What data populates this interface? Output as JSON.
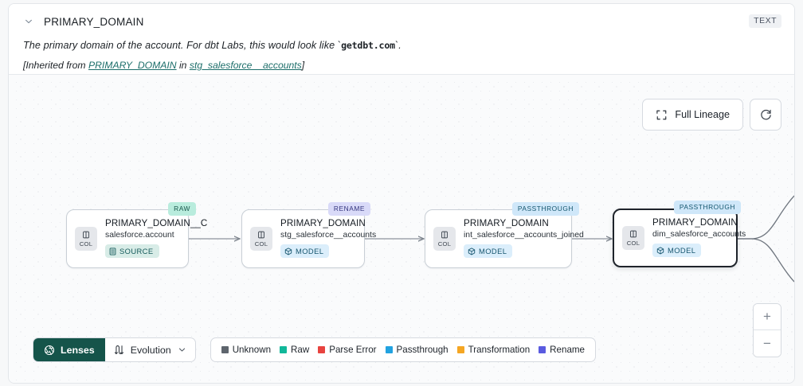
{
  "header": {
    "chevron_icon": "chevron-down-icon",
    "title": "PRIMARY_DOMAIN",
    "type_badge": "TEXT",
    "description_prefix": "The primary domain of the account. For dbt Labs, this would look like `",
    "description_code": "getdbt.com",
    "description_suffix": "`.",
    "inherited_prefix": "[Inherited from ",
    "inherited_link": "PRIMARY_DOMAIN",
    "inherited_middle": " in ",
    "inherited_source": "stg_salesforce__accounts",
    "inherited_suffix": "]"
  },
  "controls": {
    "full_lineage_label": "Full Lineage",
    "full_lineage_icon": "expand-icon",
    "refresh_icon": "refresh-icon",
    "zoom_in_label": "+",
    "zoom_out_label": "−"
  },
  "toolbar": {
    "lenses_label": "Lenses",
    "lenses_icon": "aperture-icon",
    "evolution_label": "Evolution",
    "evolution_icon": "evolution-arrows-icon",
    "evolution_chevron_icon": "chevron-down-icon"
  },
  "legend": {
    "items": [
      {
        "label": "Unknown",
        "color": "#5e656d"
      },
      {
        "label": "Raw",
        "color": "#11b89a"
      },
      {
        "label": "Parse Error",
        "color": "#e8433f"
      },
      {
        "label": "Passthrough",
        "color": "#22a2e0"
      },
      {
        "label": "Transformation",
        "color": "#f5a623"
      },
      {
        "label": "Rename",
        "color": "#5a5be0"
      }
    ]
  },
  "lineage": {
    "nodes": [
      {
        "id": "node-1",
        "column_chip": "COL",
        "name": "PRIMARY_DOMAIN__C",
        "table": "salesforce.account",
        "kind": "SOURCE",
        "kind_icon": "database-icon",
        "tag": "RAW",
        "tag_class": "tag-raw",
        "kind_class": "kind-source",
        "selected": false
      },
      {
        "id": "node-2",
        "column_chip": "COL",
        "name": "PRIMARY_DOMAIN",
        "table": "stg_salesforce__accounts",
        "kind": "MODEL",
        "kind_icon": "cube-icon",
        "tag": "RENAME",
        "tag_class": "tag-rename",
        "kind_class": "kind-model",
        "selected": false
      },
      {
        "id": "node-3",
        "column_chip": "COL",
        "name": "PRIMARY_DOMAIN",
        "table": "int_salesforce__accounts_joined",
        "kind": "MODEL",
        "kind_icon": "cube-icon",
        "tag": "PASSTHROUGH",
        "tag_class": "tag-passthrough",
        "kind_class": "kind-model",
        "selected": false
      },
      {
        "id": "node-4",
        "column_chip": "COL",
        "name": "PRIMARY_DOMAIN",
        "table": "dim_salesforce_accounts",
        "kind": "MODEL",
        "kind_icon": "cube-icon",
        "tag": "PASSTHROUGH",
        "tag_class": "tag-passthrough",
        "kind_class": "kind-model",
        "selected": true
      }
    ]
  }
}
